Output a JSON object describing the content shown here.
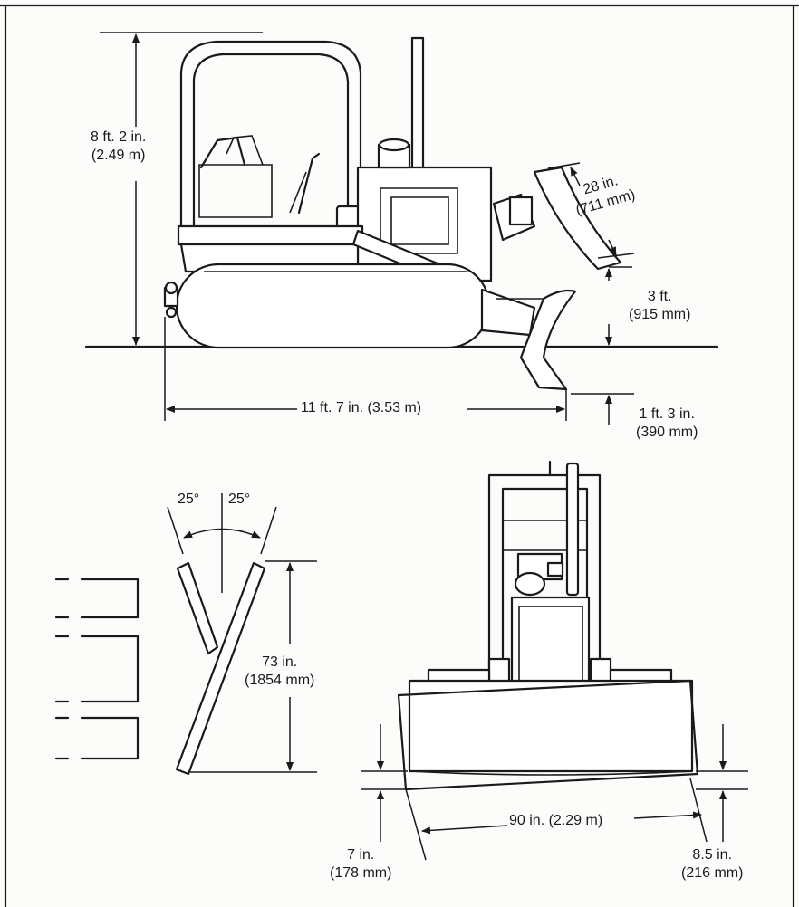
{
  "dimensions": {
    "height": {
      "imperial": "8 ft. 2 in.",
      "metric": "(2.49 m)"
    },
    "blade_height": {
      "imperial": "28 in.",
      "metric": "(711 mm)"
    },
    "lift_height": {
      "imperial": "3 ft.",
      "metric": "(915 mm)"
    },
    "length": {
      "text": "11 ft. 7 in. (3.53 m)"
    },
    "dig_depth": {
      "imperial": "1 ft. 3 in.",
      "metric": "(390 mm)"
    },
    "angle_left": "25°",
    "angle_right": "25°",
    "blade_width": {
      "imperial": "73 in.",
      "metric": "(1854 mm)"
    },
    "tilt_width": {
      "text": "90 in. (2.29 m)"
    },
    "tilt_left": {
      "imperial": "7 in.",
      "metric": "(178 mm)"
    },
    "tilt_right": {
      "imperial": "8.5 in.",
      "metric": "(216 mm)"
    }
  }
}
